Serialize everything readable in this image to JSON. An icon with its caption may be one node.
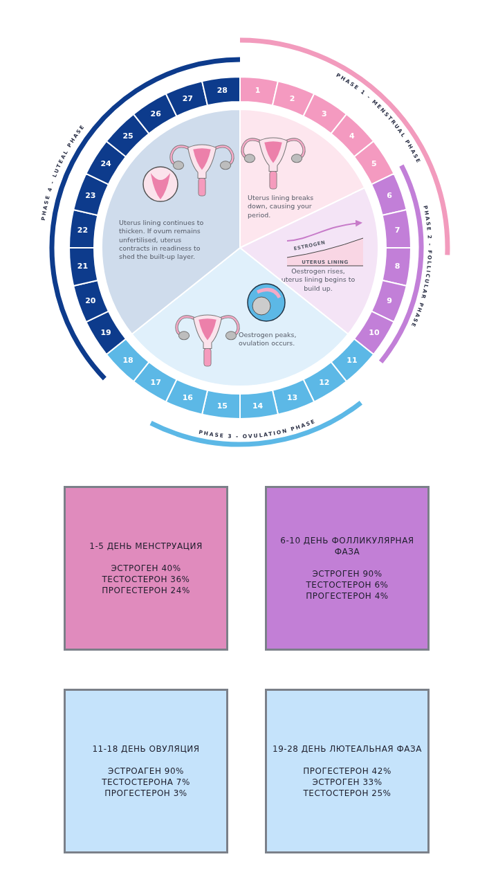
{
  "diagram": {
    "nodes": [
      {
        "text": [
          "Uterus lining breaks down, causing your period."
        ]
      },
      {
        "text": [
          "ESTROGEN",
          "UTERUS LINING",
          "Oestrogen rises, uterus lining begins to build up."
        ]
      },
      {
        "text": [
          "Oestrogen peaks, ovulation occurs."
        ]
      },
      {
        "text": [
          "Uterus lining continues to thicken. If ovum remains unfertilised, uterus contracts in readiness to shed the built-up layer."
        ]
      },
      {
        "text": [
          "1"
        ]
      },
      {
        "text": [
          "2"
        ]
      },
      {
        "text": [
          "3"
        ]
      },
      {
        "text": [
          "4"
        ]
      },
      {
        "text": [
          "5"
        ]
      },
      {
        "text": [
          "6"
        ]
      },
      {
        "text": [
          "7"
        ]
      },
      {
        "text": [
          "8"
        ]
      },
      {
        "text": [
          "9"
        ]
      },
      {
        "text": [
          "10"
        ]
      },
      {
        "text": [
          "11"
        ]
      },
      {
        "text": [
          "12"
        ]
      },
      {
        "text": [
          "13"
        ]
      },
      {
        "text": [
          "14"
        ]
      },
      {
        "text": [
          "15"
        ]
      },
      {
        "text": [
          "16"
        ]
      },
      {
        "text": [
          "17"
        ]
      },
      {
        "text": [
          "18"
        ]
      },
      {
        "text": [
          "19"
        ]
      },
      {
        "text": [
          "20"
        ]
      },
      {
        "text": [
          "21"
        ]
      },
      {
        "text": [
          "22"
        ]
      },
      {
        "text": [
          "23"
        ]
      },
      {
        "text": [
          "24"
        ]
      },
      {
        "text": [
          "25"
        ]
      },
      {
        "text": [
          "26"
        ]
      },
      {
        "text": [
          "27"
        ]
      },
      {
        "text": [
          "28"
        ]
      },
      {
        "text": [
          "1-5 ДЕНЬ МЕНСТРУАЦИЯ",
          "ЭСТРОГЕН 40%",
          "ТЕСТОСТЕРОН 36%",
          "ПРОГЕСТЕРОН 24%"
        ]
      },
      {
        "text": [
          "6-10 ДЕНЬ ФОЛЛИКУЛЯРНАЯ ФАЗА",
          "ЭСТРОГЕН 90%",
          "ТЕСТОСТЕРОН 6%",
          "ПРОГЕСТЕРОН 4%"
        ]
      },
      {
        "text": [
          "11-18 ДЕНЬ ОВУЛЯЦИЯ",
          "ЭСТРОАГЕН 90%",
          "ТЕСТОСТЕРОНА 7%",
          "ПРОГЕСТЕРОН 3%"
        ]
      },
      {
        "text": [
          "19-28 ДЕНЬ ЛЮТЕАЛЬНАЯ ФАЗА",
          "ПРОГЕСТЕРОН 42%",
          "ЭСТРОГЕН 33%",
          "ТЕСТОСТЕРОН 25%"
        ]
      }
    ],
    "labels": [
      "PHASE 1 - MENSTRUAL PHASE",
      "PHASE 2 - FOLLICULAR PHASE",
      "PHASE 3 - OVULATION PHASE",
      "PHASE 4 - LUTEAL PHASE"
    ]
  }
}
